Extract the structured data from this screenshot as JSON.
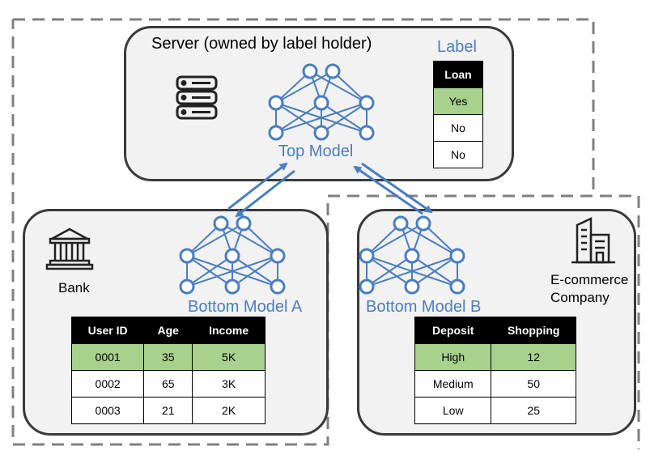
{
  "server": {
    "title": "Server (owned by label holder)",
    "model_label": "Top Model",
    "label_title": "Label",
    "label_table": {
      "header": "Loan",
      "rows": [
        "Yes",
        "No",
        "No"
      ]
    }
  },
  "bank": {
    "name": "Bank",
    "model_label": "Bottom Model A",
    "table": {
      "headers": [
        "User ID",
        "Age",
        "Income"
      ],
      "rows": [
        [
          "0001",
          "35",
          "5K"
        ],
        [
          "0002",
          "65",
          "3K"
        ],
        [
          "0003",
          "21",
          "2K"
        ]
      ]
    }
  },
  "ecommerce": {
    "name_line1": "E-commerce",
    "name_line2": "Company",
    "model_label": "Bottom Model B",
    "table": {
      "headers": [
        "Deposit",
        "Shopping"
      ],
      "rows": [
        [
          "High",
          "12"
        ],
        [
          "Medium",
          "50"
        ],
        [
          "Low",
          "25"
        ]
      ]
    }
  },
  "icons": [
    "server-icon",
    "bank-icon",
    "building-icon",
    "neural-network-icon"
  ],
  "colors": {
    "accent_blue": "#4a7dc0",
    "highlight_green": "#a9d18e",
    "box_fill": "#f2f2f2",
    "dashed": "#808080"
  }
}
